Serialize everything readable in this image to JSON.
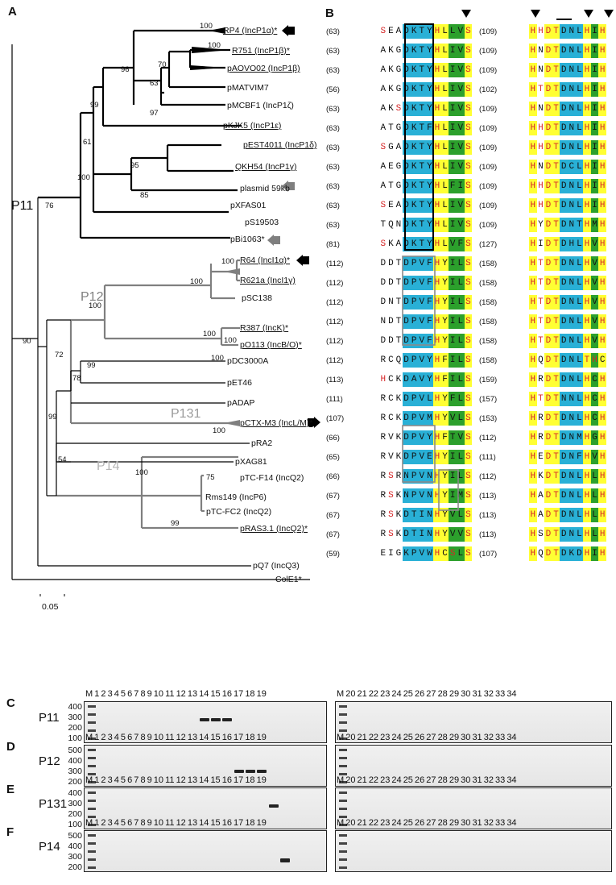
{
  "panels": {
    "A": "A",
    "B": "B",
    "C": "C",
    "D": "D",
    "E": "E",
    "F": "F"
  },
  "colors": {
    "yellow": "#ffff33",
    "cyan": "#29b0d6",
    "green": "#2ca02c",
    "red_text": "#d62728"
  },
  "tree": {
    "clades": {
      "p11": "P11",
      "p12": "P12",
      "p131": "P131",
      "p14": "P14"
    },
    "leaves": [
      {
        "id": "rp4",
        "label": "RP4 (IncP1α)*",
        "underlined": true
      },
      {
        "id": "r751",
        "label": "R751 (IncP1β)*",
        "underlined": true
      },
      {
        "id": "paovo02",
        "label": "pAOVO02 (IncP1β)",
        "underlined": true
      },
      {
        "id": "pmatvim7",
        "label": "pMATVIM7",
        "underlined": false
      },
      {
        "id": "pmcbf1",
        "label": "pMCBF1 (IncP1ζ)",
        "underlined": false
      },
      {
        "id": "pkjk5",
        "label": "pKJK5 (IncP1ε)",
        "underlined": true
      },
      {
        "id": "pest4011",
        "label": "pEST4011 (IncP1δ)",
        "underlined": true
      },
      {
        "id": "qkh54",
        "label": "QKH54 (IncP1γ)",
        "underlined": true
      },
      {
        "id": "plasmid59",
        "label": "plasmid 59kb",
        "underlined": false
      },
      {
        "id": "pxfas01",
        "label": "pXFAS01",
        "underlined": false
      },
      {
        "id": "ps19503",
        "label": "pS19503",
        "underlined": false
      },
      {
        "id": "pbi1063",
        "label": "pBi1063*",
        "underlined": false
      },
      {
        "id": "r64",
        "label": "R64 (IncI1α)*",
        "underlined": true
      },
      {
        "id": "r621a",
        "label": "R621a (IncI1γ)",
        "underlined": true
      },
      {
        "id": "psc138",
        "label": "pSC138",
        "underlined": false
      },
      {
        "id": "r387",
        "label": "R387 (IncK)*",
        "underlined": true
      },
      {
        "id": "po113",
        "label": "pO113 (IncB/O)*",
        "underlined": true
      },
      {
        "id": "pdc3000a",
        "label": "pDC3000A",
        "underlined": false
      },
      {
        "id": "pet46",
        "label": "pET46",
        "underlined": false
      },
      {
        "id": "padap",
        "label": "pADAP",
        "underlined": false
      },
      {
        "id": "pctxm3",
        "label": "pCTX-M3 (IncL/M)*",
        "underlined": true
      },
      {
        "id": "pra2",
        "label": "pRA2",
        "underlined": false
      },
      {
        "id": "pxag81",
        "label": "pXAG81",
        "underlined": false
      },
      {
        "id": "ptcf14",
        "label": "pTC-F14 (IncQ2)",
        "underlined": false
      },
      {
        "id": "rms149",
        "label": "Rms149 (IncP6)",
        "underlined": false
      },
      {
        "id": "ptcfc2",
        "label": "pTC-FC2 (IncQ2)",
        "underlined": false
      },
      {
        "id": "pras31",
        "label": "pRAS3.1 (IncQ2)*",
        "underlined": true
      },
      {
        "id": "pq7",
        "label": "pQ7 (IncQ3)",
        "underlined": false
      },
      {
        "id": "cole1",
        "label": "ColE1*",
        "underlined": false
      }
    ],
    "bootstraps": [
      "100",
      "100",
      "70",
      "63",
      "97",
      "96",
      "99",
      "61",
      "95",
      "85",
      "100",
      "76",
      "100",
      "100",
      "100",
      "100",
      "100",
      "100",
      "99",
      "72",
      "78",
      "90",
      "99",
      "54",
      "100",
      "75",
      "99",
      "100"
    ],
    "scale": "0.05"
  },
  "alignment": {
    "rows": [
      {
        "s1": "(63)",
        "seqA": "SEADKTYHLLVS",
        "s2": "(109)",
        "seqB": "HHDTDNLHIH"
      },
      {
        "s1": "(63)",
        "seqA": "AKGDKTYHLIVS",
        "s2": "(109)",
        "seqB": "HNDTDNLHIH"
      },
      {
        "s1": "(63)",
        "seqA": "AKGDKTYHLIVS",
        "s2": "(109)",
        "seqB": "HNDTDNLHIH"
      },
      {
        "s1": "(56)",
        "seqA": "AKGDKTYHLIVS",
        "s2": "(102)",
        "seqB": "HTDTDNLHIH"
      },
      {
        "s1": "(63)",
        "seqA": "AKSDKTYHLIVS",
        "s2": "(109)",
        "seqB": "HNDTDNLHIH"
      },
      {
        "s1": "(63)",
        "seqA": "ATGDKTFHLIVS",
        "s2": "(109)",
        "seqB": "HHDTDNLHIH"
      },
      {
        "s1": "(63)",
        "seqA": "SGADKTYHLIVS",
        "s2": "(109)",
        "seqB": "HHDTDNLHIH"
      },
      {
        "s1": "(63)",
        "seqA": "AEGDKTYHLIVS",
        "s2": "(109)",
        "seqB": "HNDTDCLHIH"
      },
      {
        "s1": "(63)",
        "seqA": "ATGDKTYHLFIS",
        "s2": "(109)",
        "seqB": "HHDTDNLHIH"
      },
      {
        "s1": "(63)",
        "seqA": "SEADKTYHLIVS",
        "s2": "(109)",
        "seqB": "HHDTDNLHIH"
      },
      {
        "s1": "(63)",
        "seqA": "TQNDKTYHLIVS",
        "s2": "(109)",
        "seqB": "HYDTDNTHMH"
      },
      {
        "s1": "(81)",
        "seqA": "SKADKTYHLVFS",
        "s2": "(127)",
        "seqB": "HIDTDHLHVH"
      },
      {
        "s1": "(112)",
        "seqA": "DDTDPVFHYILS",
        "s2": "(158)",
        "seqB": "HTDTDNLHVH"
      },
      {
        "s1": "(112)",
        "seqA": "DDTDPVFHYILS",
        "s2": "(158)",
        "seqB": "HTDTDNLHVH"
      },
      {
        "s1": "(112)",
        "seqA": "DNTDPVFHYILS",
        "s2": "(158)",
        "seqB": "HTDTDNLHVH"
      },
      {
        "s1": "(112)",
        "seqA": "NDTDPVFHYILS",
        "s2": "(158)",
        "seqB": "HTDTDNLHVH"
      },
      {
        "s1": "(112)",
        "seqA": "DDTDPVFHYILS",
        "s2": "(158)",
        "seqB": "HTDTDNLHVH"
      },
      {
        "s1": "(112)",
        "seqA": "RCQDPVYHFILS",
        "s2": "(158)",
        "seqB": "HQDTDNLTHCH"
      },
      {
        "s1": "(113)",
        "seqA": "HCKDAVYHFILS",
        "s2": "(159)",
        "seqB": "HRDTDNLHCH"
      },
      {
        "s1": "(111)",
        "seqA": "RCKDPVLHYFLS",
        "s2": "(157)",
        "seqB": "HTDTNNLHCH"
      },
      {
        "s1": "(107)",
        "seqA": "RCKDPVMHYVLS",
        "s2": "(153)",
        "seqB": "HRDTDNLHCH"
      },
      {
        "s1": "(66)",
        "seqA": "RVKDPVYHFTVS",
        "s2": "(112)",
        "seqB": "HRDTDNMHGH"
      },
      {
        "s1": "(65)",
        "seqA": "RVKDPVEHYILS",
        "s2": "(111)",
        "seqB": "HEDTDNFHVH"
      },
      {
        "s1": "(66)",
        "seqA": "RSRNPVNHYILS",
        "s2": "(112)",
        "seqB": "HKDTDNLHLH"
      },
      {
        "s1": "(67)",
        "seqA": "RSKNPVNHYIMS",
        "s2": "(113)",
        "seqB": "HADTDNLHLH"
      },
      {
        "s1": "(67)",
        "seqA": "RSKDTINHYVLS",
        "s2": "(113)",
        "seqB": "HADTDNLHLH"
      },
      {
        "s1": "(67)",
        "seqA": "RSKDTINHYVVS",
        "s2": "(113)",
        "seqB": "HSDTDNLHLH"
      },
      {
        "s1": "(59)",
        "seqA": "EIGKPVWHCSLS",
        "s2": "(107)",
        "seqB": "HQDTDKDHIH"
      }
    ]
  },
  "gels": {
    "marker": "M",
    "lanes_left": "1 2 3 4 5 6 7 8 9 10 11 12 13 14 15 16 17 18 19",
    "lanes_right": "20 21 22 23 24 25 26 27 28 29 30 31 32 33 34",
    "panels": [
      {
        "id": "C",
        "title": "P11",
        "mw": [
          "400",
          "300",
          "200",
          "100"
        ]
      },
      {
        "id": "D",
        "title": "P12",
        "mw": [
          "500",
          "400",
          "300",
          "200"
        ]
      },
      {
        "id": "E",
        "title": "P131",
        "mw": [
          "400",
          "300",
          "200",
          "100"
        ]
      },
      {
        "id": "F",
        "title": "P14",
        "mw": [
          "500",
          "400",
          "300",
          "200"
        ]
      }
    ]
  }
}
